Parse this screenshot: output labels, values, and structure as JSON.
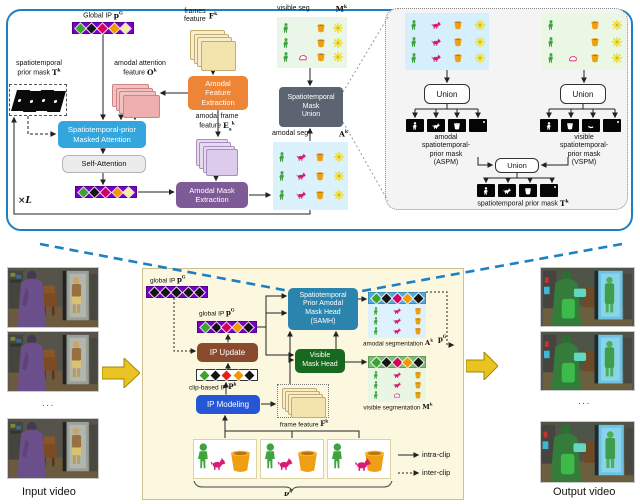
{
  "colors": {
    "panel_border_blue": "#1b80c4",
    "cream_panel": "#fcf7df",
    "zoom_panel": "#f4f4f4",
    "masked_attention_blue": "#33a6dd",
    "afe_orange": "#ee8435",
    "ame_purple": "#7e5b97",
    "smu_gray": "#5b6470",
    "samh_blue": "#2b84ae",
    "vmh_green": "#17691f",
    "ipu_brown": "#8a4a2e",
    "ipm_blue": "#2456d6",
    "strip_purple": "#7a00c6",
    "yellow_arrow": "#e8c322",
    "tokens": {
      "green": "#3da32f",
      "black": "#141414",
      "crimson": "#d6005f",
      "orange": "#f39800",
      "paleyellow": "#f2efa2",
      "red": "#e32119"
    }
  },
  "top": {
    "global_ip": {
      "label": "Global IP",
      "sym": "p",
      "sup": "G"
    },
    "prior_mask": {
      "l1": "spatiotemporal",
      "l2": "prior mask",
      "sym": "T",
      "sup": "k"
    },
    "amodal_attention": {
      "l1": "amodal attention",
      "l2": "feature",
      "sym": "O",
      "sup": "k"
    },
    "frames_feature": {
      "l1": "frames",
      "l2": "feature",
      "sym": "F",
      "sup": "k"
    },
    "masked_attention": {
      "l1": "Spatiotemporal-prior",
      "l2": "Masked Attention"
    },
    "self_attention": "Self-Attention",
    "afe": {
      "l1": "Amodal",
      "l2": "Feature",
      "l3": "Extraction"
    },
    "amodal_frame": {
      "l1": "amodal frame",
      "l2": "feature",
      "sym": "E",
      "sub": "a",
      "sup": "k"
    },
    "ame": {
      "l1": "Amodal Mask",
      "l2": "Extraction"
    },
    "smu": {
      "l1": "Spatiotemporal",
      "l2": "Mask",
      "l3": "Union"
    },
    "visible_seg": {
      "label": "visible seg",
      "sym": "M",
      "sup": "k"
    },
    "amodal_seg": {
      "label": "amodal seg",
      "sym": "A",
      "sup": "k"
    },
    "loop": "×L",
    "strip1": [
      "green",
      "black",
      "crimson",
      "orange",
      "paleyellow"
    ],
    "strip2": [
      "green",
      "black",
      "crimson",
      "orange",
      "paleyellow"
    ],
    "visible_rows": [
      [
        "person",
        "",
        "bucket",
        "flower"
      ],
      [
        "person",
        "",
        "bucket",
        "flower"
      ],
      [
        "person",
        "dog-partial",
        "bucket",
        "flower"
      ]
    ],
    "amodal_rows": [
      [
        "person",
        "dog",
        "bucket",
        "flower"
      ],
      [
        "person",
        "dog",
        "bucket",
        "flower"
      ],
      [
        "person",
        "dog",
        "bucket",
        "flower"
      ]
    ]
  },
  "zoom": {
    "union": "Union",
    "aspm": {
      "l1": "amodal",
      "l2": "spatiotemporal-",
      "l3": "prior mask",
      "l4": "(ASPM)"
    },
    "vspm": {
      "l1": "visible",
      "l2": "spatiotemporal-",
      "l3": "prior mask",
      "l4": "(VSPM)"
    },
    "tmask": {
      "label": "spatiotemporal prior mask",
      "sym": "T",
      "sup": "k"
    },
    "amodal_rows": [
      [
        "person",
        "dog",
        "bucket",
        "flower"
      ],
      [
        "person",
        "dog",
        "bucket",
        "flower"
      ],
      [
        "person",
        "dog",
        "bucket",
        "flower"
      ]
    ],
    "visible_rows": [
      [
        "person",
        "",
        "bucket",
        "flower"
      ],
      [
        "person",
        "",
        "bucket",
        "flower"
      ],
      [
        "person",
        "dog-partial",
        "bucket",
        "flower"
      ]
    ],
    "aspm_tiles": [
      "person",
      "dog",
      "bucket",
      "dot"
    ],
    "vspm_tiles": [
      "person",
      "bucket",
      "mark",
      "dot"
    ],
    "t_tiles": [
      "person",
      "dog",
      "bucket",
      "dot"
    ]
  },
  "bottom": {
    "global_ip_prev": {
      "label": "global IP",
      "sym": "p",
      "sup": "G"
    },
    "global_ip": {
      "label": "global IP",
      "sym": "p",
      "sup": "G"
    },
    "ip_update": "IP Update",
    "clip_ip": {
      "label": "clip-based IP",
      "sym": "P",
      "sup": "k"
    },
    "ip_modeling": "IP Modeling",
    "frame_feature": {
      "label": "frame feature",
      "sym": "F",
      "sup": "k"
    },
    "samh": {
      "l1": "Spatiotemporal",
      "l2": "Prior Amodal",
      "l3": "Mask Head",
      "l4": "(SAMH)"
    },
    "vmh": {
      "l1": "Visible",
      "l2": "Mask Head"
    },
    "amodal_seg": {
      "label": "amodal segmentation",
      "sym": "A",
      "sup": "k"
    },
    "visible_seg": {
      "label": "visible segmentation",
      "sym": "M",
      "sup": "k"
    },
    "pg_pass": {
      "sym": "p",
      "sup": "G"
    },
    "clips_sym": {
      "sym": "ν",
      "sup": "k"
    },
    "legend": {
      "intra": "intra-clip",
      "inter": "inter-clip"
    },
    "strip_prev": [
      "black",
      "black",
      "black",
      "black",
      "black"
    ],
    "strip_global": [
      "green",
      "black",
      "crimson",
      "orange",
      "black"
    ],
    "strip_clip": [
      "green",
      "black",
      "red",
      "orange",
      "black"
    ],
    "aseg_header": [
      "green",
      "black",
      "crimson",
      "orange",
      "black"
    ],
    "vseg_header": [
      "green",
      "black",
      "crimson",
      "orange",
      "black"
    ],
    "aseg_rows": [
      [
        "person",
        "dog",
        "bucket"
      ],
      [
        "person",
        "dog",
        "bucket"
      ],
      [
        "person",
        "dog",
        "bucket"
      ]
    ],
    "vseg_rows": [
      [
        "person",
        "dog",
        "bucket"
      ],
      [
        "person",
        "dog",
        "bucket"
      ],
      [
        "person",
        "dog-partial",
        "bucket"
      ]
    ]
  },
  "captions": {
    "input": "Input video",
    "output": "Output video",
    "ellipsis": "..."
  }
}
